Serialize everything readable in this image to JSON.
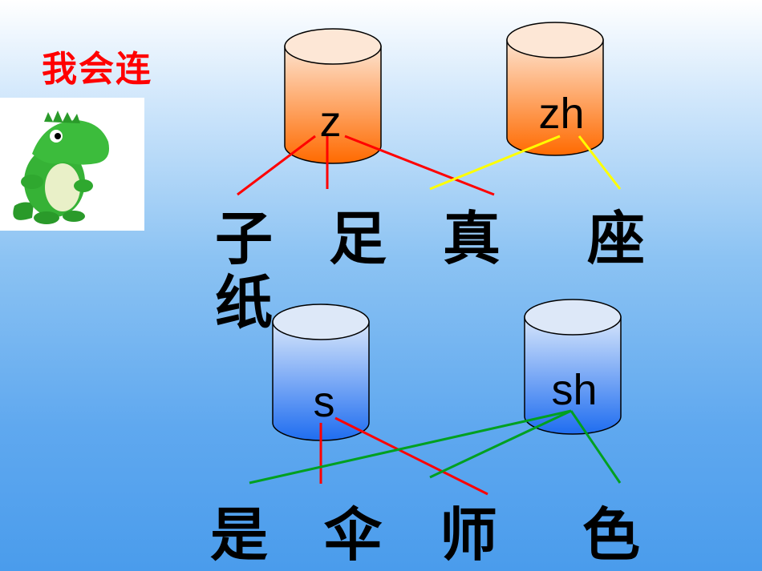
{
  "title": "我会连",
  "mascot_icon": "green-crocodile",
  "cylinders": [
    {
      "id": "z",
      "label": "z",
      "color": "#ff7a1a"
    },
    {
      "id": "zh",
      "label": "zh",
      "color": "#ff7a1a"
    },
    {
      "id": "s",
      "label": "s",
      "color": "#1f6df0"
    },
    {
      "id": "sh",
      "label": "sh",
      "color": "#1f6df0"
    }
  ],
  "top_chars": [
    "子",
    "足",
    "真",
    "座",
    "纸"
  ],
  "bottom_chars": [
    "是",
    "伞",
    "师",
    "色"
  ],
  "line_colors": {
    "red": "#ff0000",
    "yellow": "#ffff00",
    "green": "#00a020"
  }
}
